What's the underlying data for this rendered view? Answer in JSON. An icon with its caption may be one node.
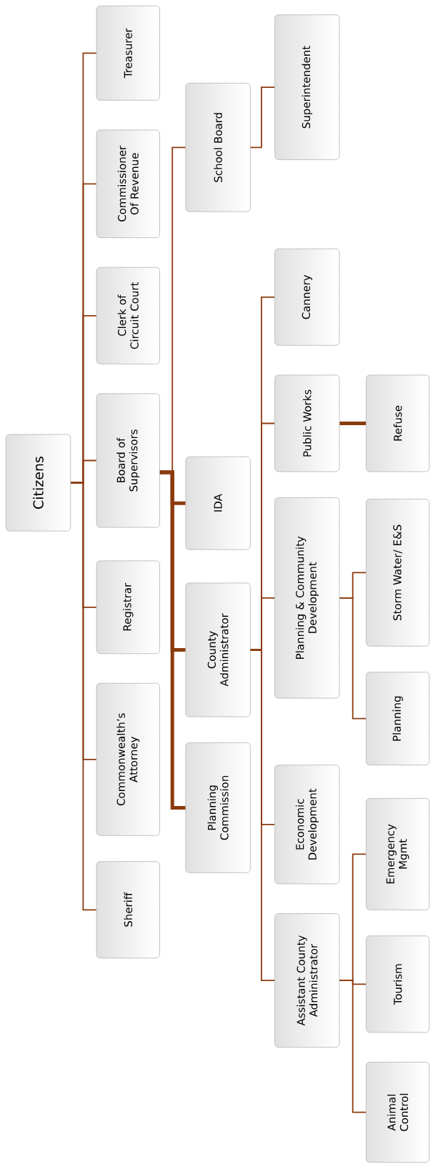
{
  "diagram": {
    "nodes": [
      {
        "text": [
          "Citizens"
        ]
      },
      {
        "text": [
          "Treasurer"
        ]
      },
      {
        "text": [
          "Commissioner Of Revenue"
        ]
      },
      {
        "text": [
          "Clerk of Circuit Court"
        ]
      },
      {
        "text": [
          "Board of Supervisors"
        ]
      },
      {
        "text": [
          "Registrar"
        ]
      },
      {
        "text": [
          "Commonwealth’s Attorney"
        ]
      },
      {
        "text": [
          "Sheriff"
        ]
      },
      {
        "text": [
          "School Board"
        ]
      },
      {
        "text": [
          "IDA"
        ]
      },
      {
        "text": [
          "County Administrator"
        ]
      },
      {
        "text": [
          "Planning Commission"
        ]
      },
      {
        "text": [
          "Superintendent"
        ]
      },
      {
        "text": [
          "Cannery"
        ]
      },
      {
        "text": [
          "Public Works"
        ]
      },
      {
        "text": [
          "Planning & Community Development"
        ]
      },
      {
        "text": [
          "Economic Development"
        ]
      },
      {
        "text": [
          "Assistant County Administrator"
        ]
      },
      {
        "text": [
          "Refuse"
        ]
      },
      {
        "text": [
          "Storm Water/ E&S"
        ]
      },
      {
        "text": [
          "Planning"
        ]
      },
      {
        "text": [
          "Emergency Mgmt"
        ]
      },
      {
        "text": [
          "Tourism"
        ]
      },
      {
        "text": [
          "Animal Control"
        ]
      }
    ],
    "edges": [
      {
        "from": 0,
        "to": 1,
        "arrow": "none"
      },
      {
        "from": 0,
        "to": 2,
        "arrow": "none"
      },
      {
        "from": 0,
        "to": 3,
        "arrow": "none"
      },
      {
        "from": 0,
        "to": 4,
        "arrow": "none"
      },
      {
        "from": 0,
        "to": 5,
        "arrow": "none"
      },
      {
        "from": 0,
        "to": 6,
        "arrow": "none"
      },
      {
        "from": 0,
        "to": 7,
        "arrow": "none"
      },
      {
        "from": 4,
        "to": 8,
        "arrow": "none"
      },
      {
        "from": 4,
        "to": 9,
        "arrow": "none",
        "style": "thick"
      },
      {
        "from": 4,
        "to": 10,
        "arrow": "none",
        "style": "thick"
      },
      {
        "from": 4,
        "to": 11,
        "arrow": "none",
        "style": "thick"
      },
      {
        "from": 8,
        "to": 12,
        "arrow": "none"
      },
      {
        "from": 10,
        "to": 13,
        "arrow": "none"
      },
      {
        "from": 10,
        "to": 14,
        "arrow": "none"
      },
      {
        "from": 10,
        "to": 15,
        "arrow": "none"
      },
      {
        "from": 10,
        "to": 16,
        "arrow": "none"
      },
      {
        "from": 10,
        "to": 17,
        "arrow": "none"
      },
      {
        "from": 14,
        "to": 18,
        "arrow": "none",
        "style": "thick"
      },
      {
        "from": 15,
        "to": 19,
        "arrow": "none"
      },
      {
        "from": 15,
        "to": 20,
        "arrow": "none"
      },
      {
        "from": 17,
        "to": 21,
        "arrow": "none"
      },
      {
        "from": 17,
        "to": 22,
        "arrow": "none"
      },
      {
        "from": 17,
        "to": 23,
        "arrow": "none"
      }
    ]
  }
}
